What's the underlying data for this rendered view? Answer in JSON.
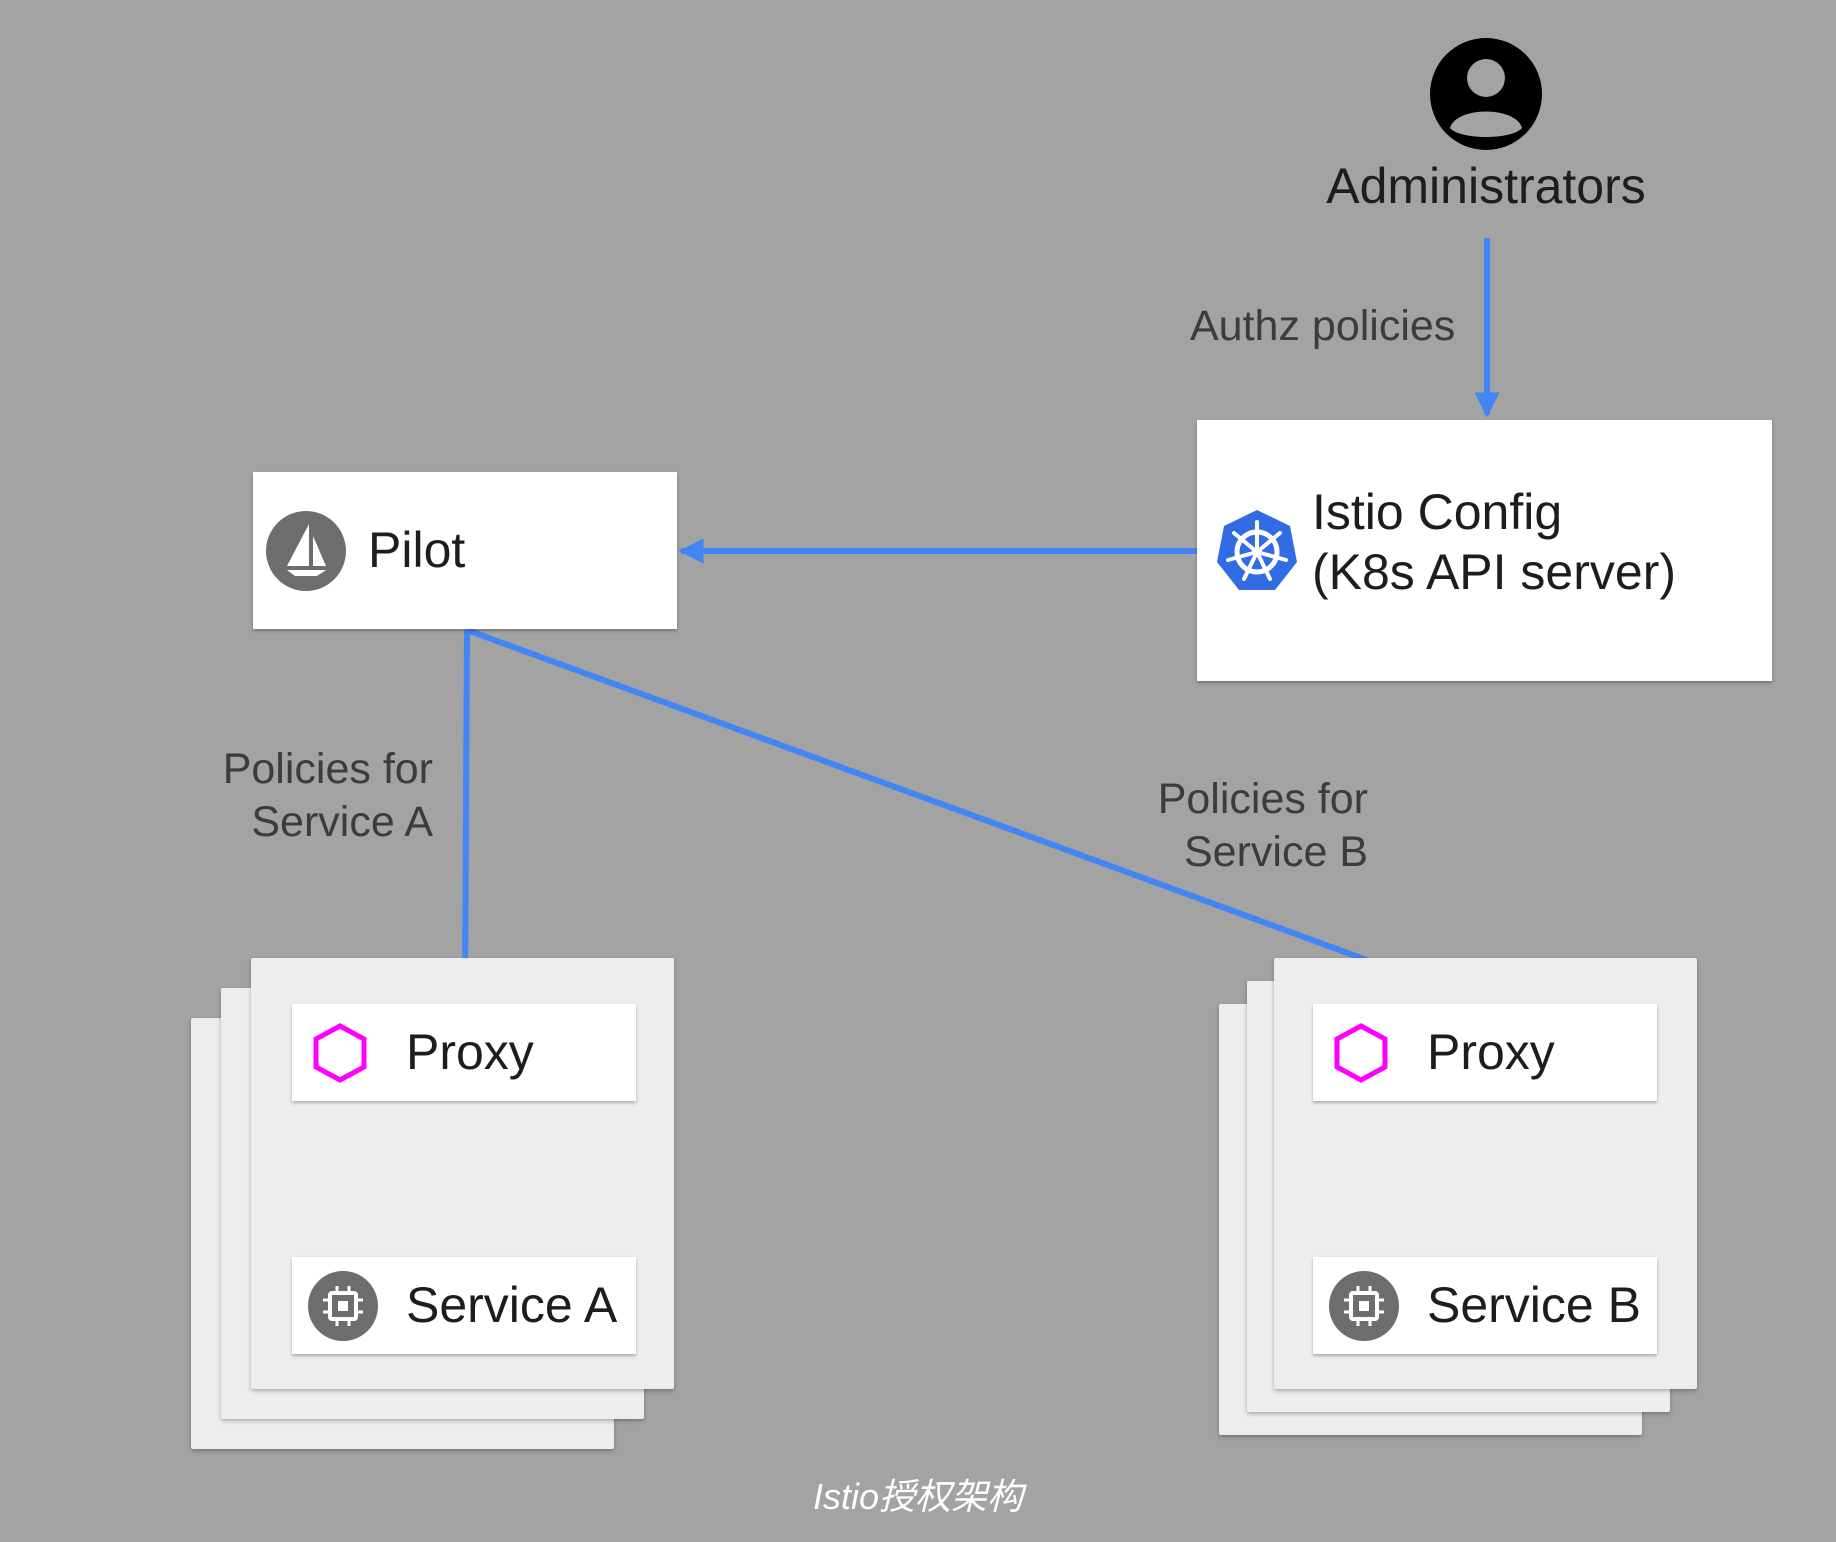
{
  "nodes": {
    "administrators": {
      "label": "Administrators",
      "icon": "account-circle-icon"
    },
    "pilot": {
      "label": "Pilot",
      "icon": "istio-sail-icon"
    },
    "istio_config": {
      "line1": "Istio Config",
      "line2": "(K8s API server)",
      "icon": "kubernetes-wheel-icon"
    },
    "proxy_a": {
      "label": "Proxy",
      "icon": "hexagon-icon"
    },
    "service_a": {
      "label": "Service A",
      "icon": "chip-icon"
    },
    "proxy_b": {
      "label": "Proxy",
      "icon": "hexagon-icon"
    },
    "service_b": {
      "label": "Service B",
      "icon": "chip-icon"
    }
  },
  "edges": {
    "admin_to_config": {
      "label": "Authz policies"
    },
    "config_to_pilot": {
      "label": ""
    },
    "pilot_to_proxy_a": {
      "line1": "Policies for",
      "line2": "Service A"
    },
    "pilot_to_proxy_b": {
      "line1": "Policies for",
      "line2": "Service B"
    },
    "proxy_a_service_a": {
      "label": ""
    },
    "proxy_b_service_b": {
      "label": ""
    }
  },
  "caption": "Istio授权架构",
  "colors": {
    "background": "#a3a3a3",
    "arrow": "#4285f4",
    "proxy_icon": "#ff00ff",
    "kubernetes": "#326ce5",
    "icon_gray": "#6d6d6d"
  }
}
